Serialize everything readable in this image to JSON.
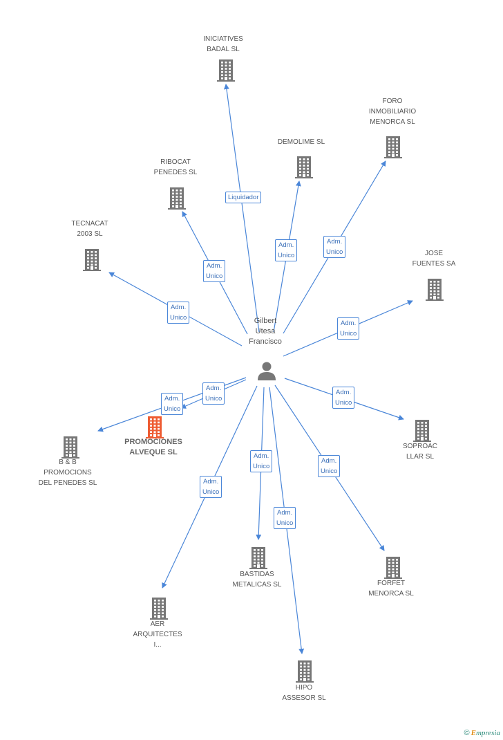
{
  "center": {
    "label": "Gilbert\nUtesa\nFrancisco",
    "icon": "person-icon"
  },
  "companies": [
    {
      "id": "iniciatives",
      "label": "INICIATIVES\nBADAL SL",
      "highlight": false
    },
    {
      "id": "foro",
      "label": "FORO\nINMOBILIARIO\nMENORCA SL",
      "highlight": false
    },
    {
      "id": "demolime",
      "label": "DEMOLIME SL",
      "highlight": false
    },
    {
      "id": "ribocat",
      "label": "RIBOCAT\nPENEDES SL",
      "highlight": false
    },
    {
      "id": "tecnacat",
      "label": "TECNACAT\n2003 SL",
      "highlight": false
    },
    {
      "id": "jose",
      "label": "JOSE\nFUENTES SA",
      "highlight": false
    },
    {
      "id": "promociones",
      "label": "PROMOCIONES\nALVEQUE SL",
      "highlight": true
    },
    {
      "id": "bb",
      "label": "B & B\nPROMOCIONS\nDEL PENEDES SL",
      "highlight": false
    },
    {
      "id": "soproac",
      "label": "SOPROAC\nLLAR SL",
      "highlight": false
    },
    {
      "id": "bastidas",
      "label": "BASTIDAS\nMETALICAS SL",
      "highlight": false
    },
    {
      "id": "forfet",
      "label": "FORFET\nMENORCA SL",
      "highlight": false
    },
    {
      "id": "aer",
      "label": "AER\nARQUITECTES\nI...",
      "highlight": false
    },
    {
      "id": "hipo",
      "label": "HIPO\nASSESOR SL",
      "highlight": false
    }
  ],
  "relations": [
    {
      "to": "iniciatives",
      "label": "Liquidador"
    },
    {
      "to": "demolime",
      "label": "Adm.\nUnico"
    },
    {
      "to": "foro",
      "label": "Adm.\nUnico"
    },
    {
      "to": "ribocat",
      "label": "Adm.\nUnico"
    },
    {
      "to": "tecnacat",
      "label": "Adm.\nUnico"
    },
    {
      "to": "jose",
      "label": "Adm.\nUnico"
    },
    {
      "to": "promociones",
      "label": "Adm.\nUnico"
    },
    {
      "to": "bb",
      "label": "Adm.\nUnico"
    },
    {
      "to": "soproac",
      "label": "Adm.\nUnico"
    },
    {
      "to": "bastidas",
      "label": "Adm.\nUnico"
    },
    {
      "to": "hipo",
      "label": "Adm.\nUnico"
    },
    {
      "to": "forfet",
      "label": "Adm.\nUnico"
    },
    {
      "to": "aer",
      "label": "Adm.\nUnico"
    }
  ],
  "colors": {
    "edge": "#4a86d8",
    "building": "#777777",
    "highlight": "#ee5c33"
  },
  "footer": {
    "copyright": "©",
    "brand_first": "E",
    "brand_rest": "mpresia"
  }
}
